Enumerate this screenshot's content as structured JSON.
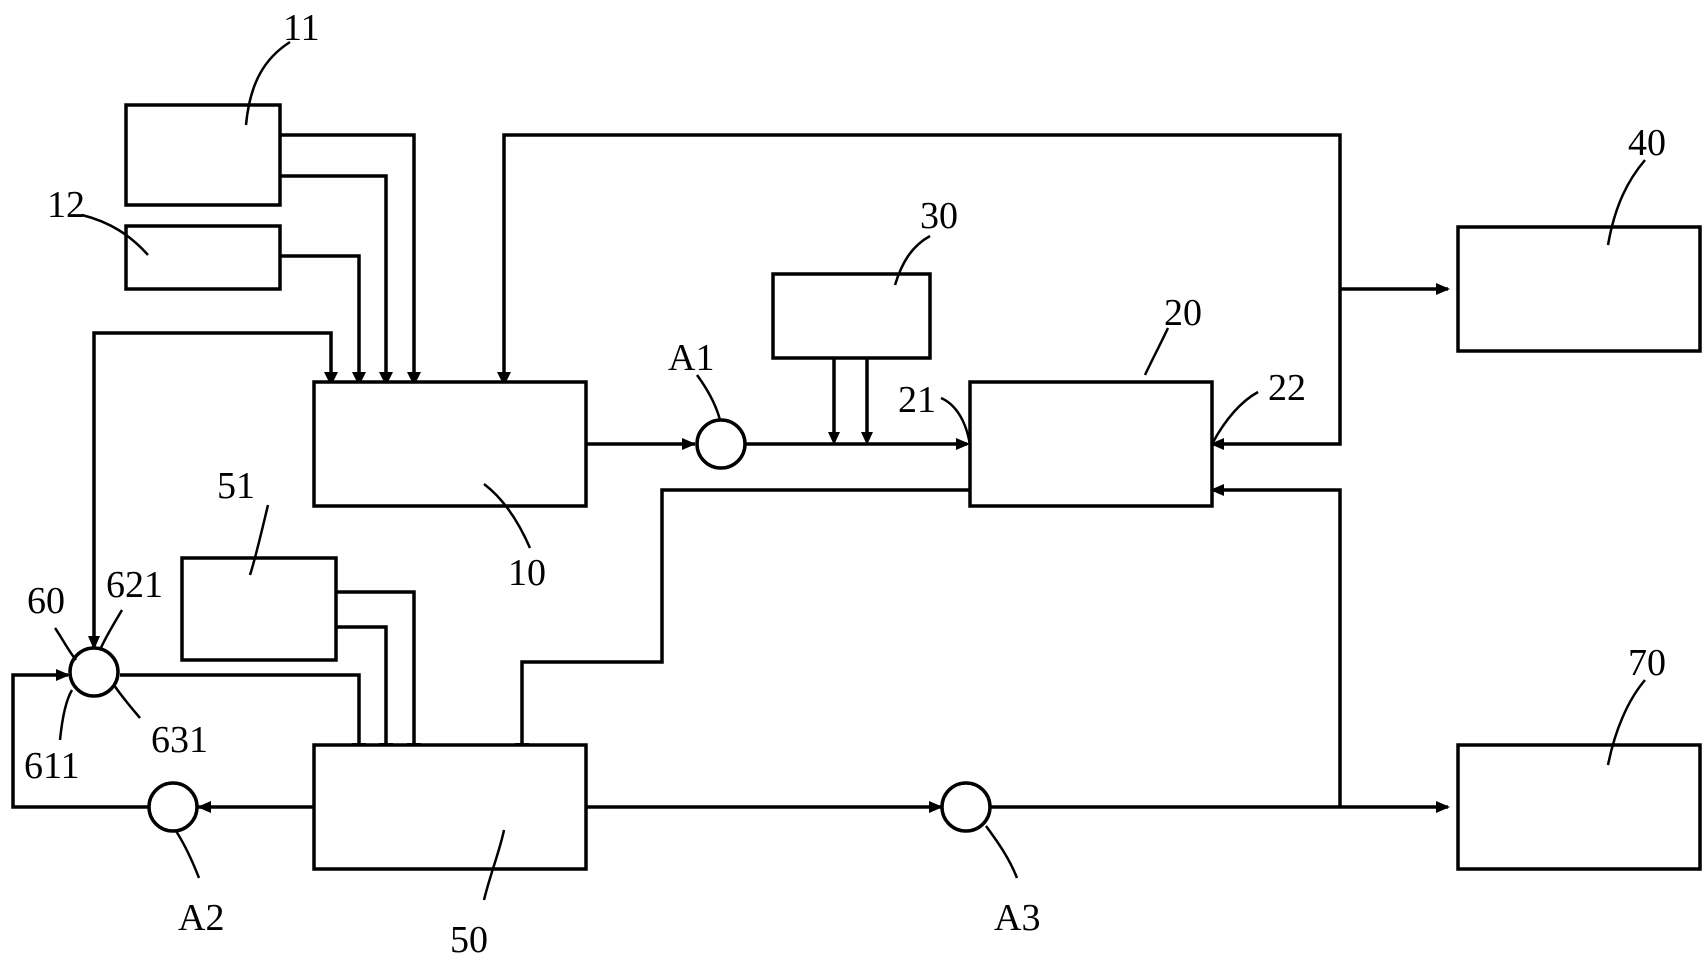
{
  "labels": {
    "unit_10": "10",
    "unit_11": "11",
    "unit_12": "12",
    "unit_20": "20",
    "port_21": "21",
    "port_22": "22",
    "unit_30": "30",
    "unit_40": "40",
    "unit_50": "50",
    "unit_51": "51",
    "unit_60": "60",
    "port_611": "611",
    "port_621": "621",
    "port_631": "631",
    "unit_70": "70",
    "valve_a1": "A1",
    "valve_a2": "A2",
    "valve_a3": "A3"
  }
}
